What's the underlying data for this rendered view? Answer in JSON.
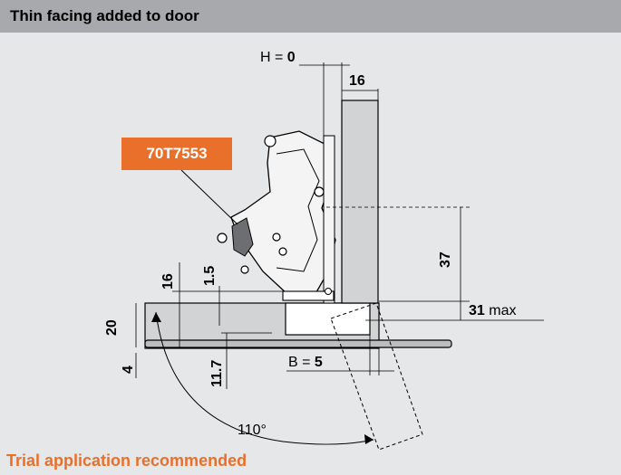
{
  "header": {
    "title": "Thin facing added to door"
  },
  "part_number": "70T7553",
  "dimensions": {
    "overlay_prefix": "H = ",
    "overlay_value": "0",
    "door_thickness": "16",
    "height_37": "37",
    "offset_31_value": "31",
    "offset_31_suffix": " max",
    "gap_prefix": "B = ",
    "gap_value": "5",
    "plate_16": "16",
    "value_1_5": "1.5",
    "value_20": "20",
    "value_4": "4",
    "value_11_7": "11.7",
    "angle": "110°"
  },
  "footer": {
    "note": "Trial application recommended"
  },
  "colors": {
    "accent": "#e8702a",
    "header": "#a7a9ac",
    "background": "#e6e7e8",
    "door": "#d1d3d4"
  }
}
